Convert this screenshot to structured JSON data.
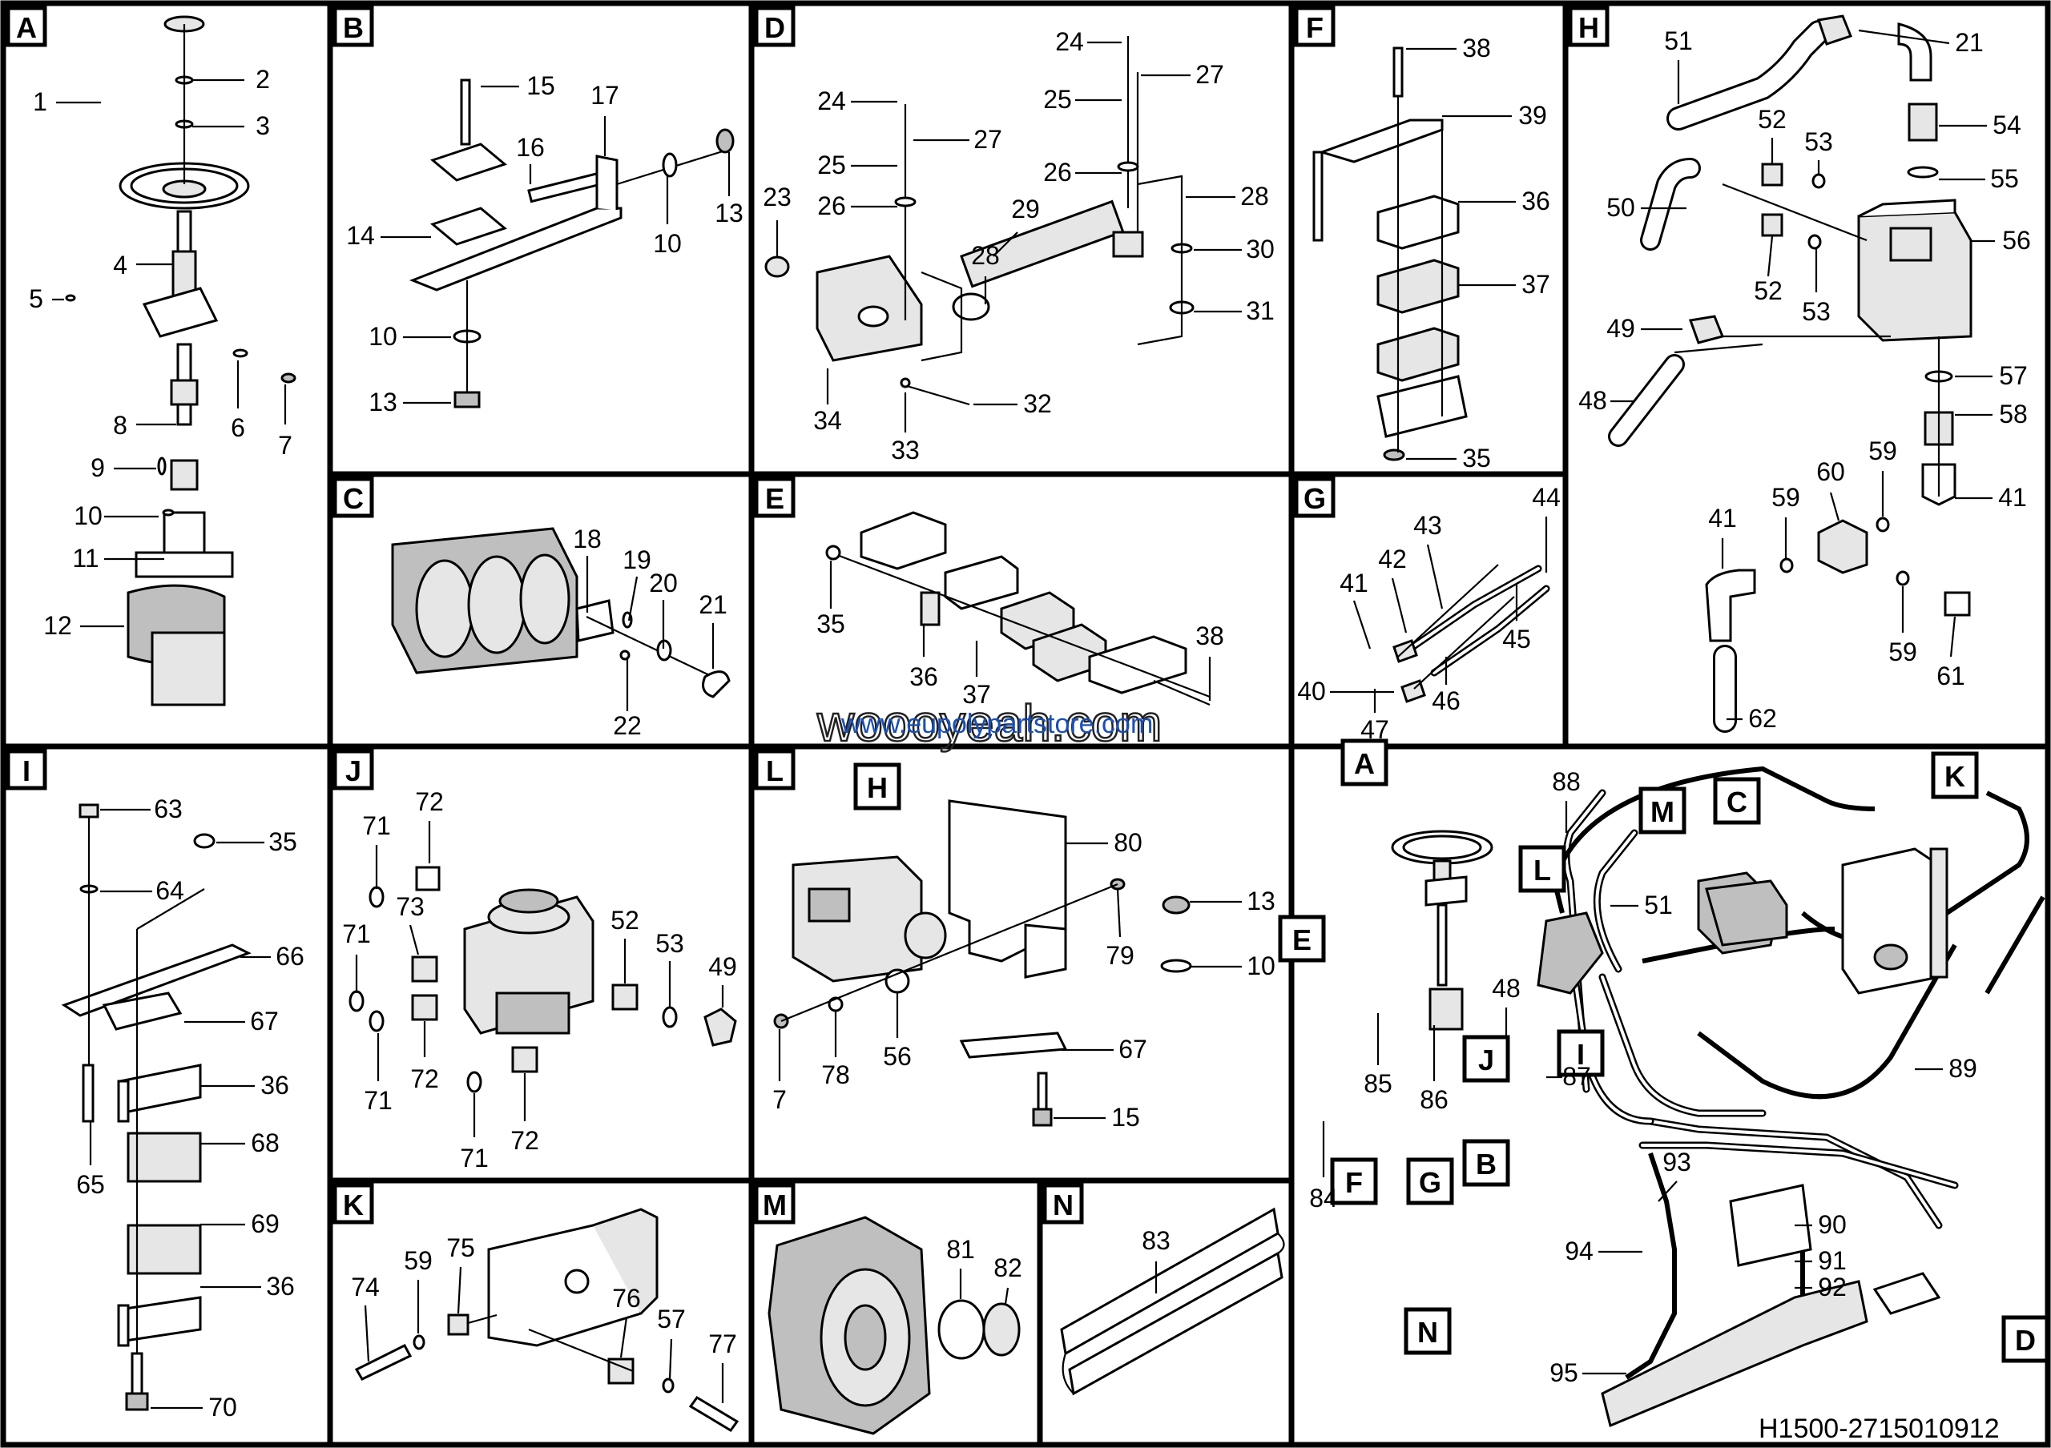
{
  "panels": [
    {
      "id": "A",
      "label": "A"
    },
    {
      "id": "B",
      "label": "B"
    },
    {
      "id": "C",
      "label": "C"
    },
    {
      "id": "D",
      "label": "D"
    },
    {
      "id": "E",
      "label": "E"
    },
    {
      "id": "F",
      "label": "F"
    },
    {
      "id": "G",
      "label": "G"
    },
    {
      "id": "H",
      "label": "H"
    },
    {
      "id": "I",
      "label": "I"
    },
    {
      "id": "J",
      "label": "J"
    },
    {
      "id": "K",
      "label": "K"
    },
    {
      "id": "L",
      "label": "L"
    },
    {
      "id": "M",
      "label": "M"
    },
    {
      "id": "N",
      "label": "N"
    }
  ],
  "callouts": {
    "A": [
      "1",
      "2",
      "3",
      "4",
      "5",
      "6",
      "7",
      "8",
      "9",
      "10",
      "11",
      "12"
    ],
    "B": [
      "15",
      "16",
      "17",
      "14",
      "10",
      "13",
      "13",
      "10"
    ],
    "C": [
      "18",
      "19",
      "20",
      "21",
      "22"
    ],
    "D": [
      "24",
      "27",
      "24",
      "25",
      "27",
      "25",
      "26",
      "26",
      "28",
      "28",
      "29",
      "23",
      "30",
      "31",
      "34",
      "33",
      "32"
    ],
    "E": [
      "35",
      "36",
      "37",
      "38"
    ],
    "F": [
      "38",
      "39",
      "36",
      "37",
      "35"
    ],
    "G": [
      "44",
      "43",
      "41",
      "42",
      "45",
      "40",
      "46",
      "47"
    ],
    "H": [
      "51",
      "21",
      "52",
      "53",
      "54",
      "55",
      "50",
      "56",
      "52",
      "53",
      "49",
      "48",
      "57",
      "58",
      "60",
      "59",
      "59",
      "41",
      "41",
      "59",
      "61",
      "62"
    ],
    "I": [
      "63",
      "35",
      "64",
      "66",
      "67",
      "36",
      "68",
      "65",
      "69",
      "36",
      "70"
    ],
    "J": [
      "72",
      "71",
      "73",
      "71",
      "52",
      "53",
      "49",
      "71",
      "72",
      "71",
      "72"
    ],
    "K": [
      "74",
      "59",
      "75",
      "76",
      "57",
      "77"
    ],
    "L": [
      "80",
      "13",
      "79",
      "10",
      "7",
      "78",
      "56",
      "67",
      "15"
    ],
    "M": [
      "81",
      "82"
    ],
    "N": [
      "83"
    ],
    "overview": [
      "88",
      "89",
      "51",
      "48",
      "86",
      "85",
      "87",
      "84",
      "93",
      "90",
      "94",
      "91",
      "92",
      "95"
    ]
  },
  "overview_tags": [
    "A",
    "C",
    "K",
    "M",
    "L",
    "E",
    "J",
    "I",
    "F",
    "G",
    "B",
    "N",
    "D",
    "H"
  ],
  "watermark": {
    "main": "woooyeah.com",
    "sub": "www.eupolypartstore.com"
  },
  "figure_code": "H1500-2715010912"
}
